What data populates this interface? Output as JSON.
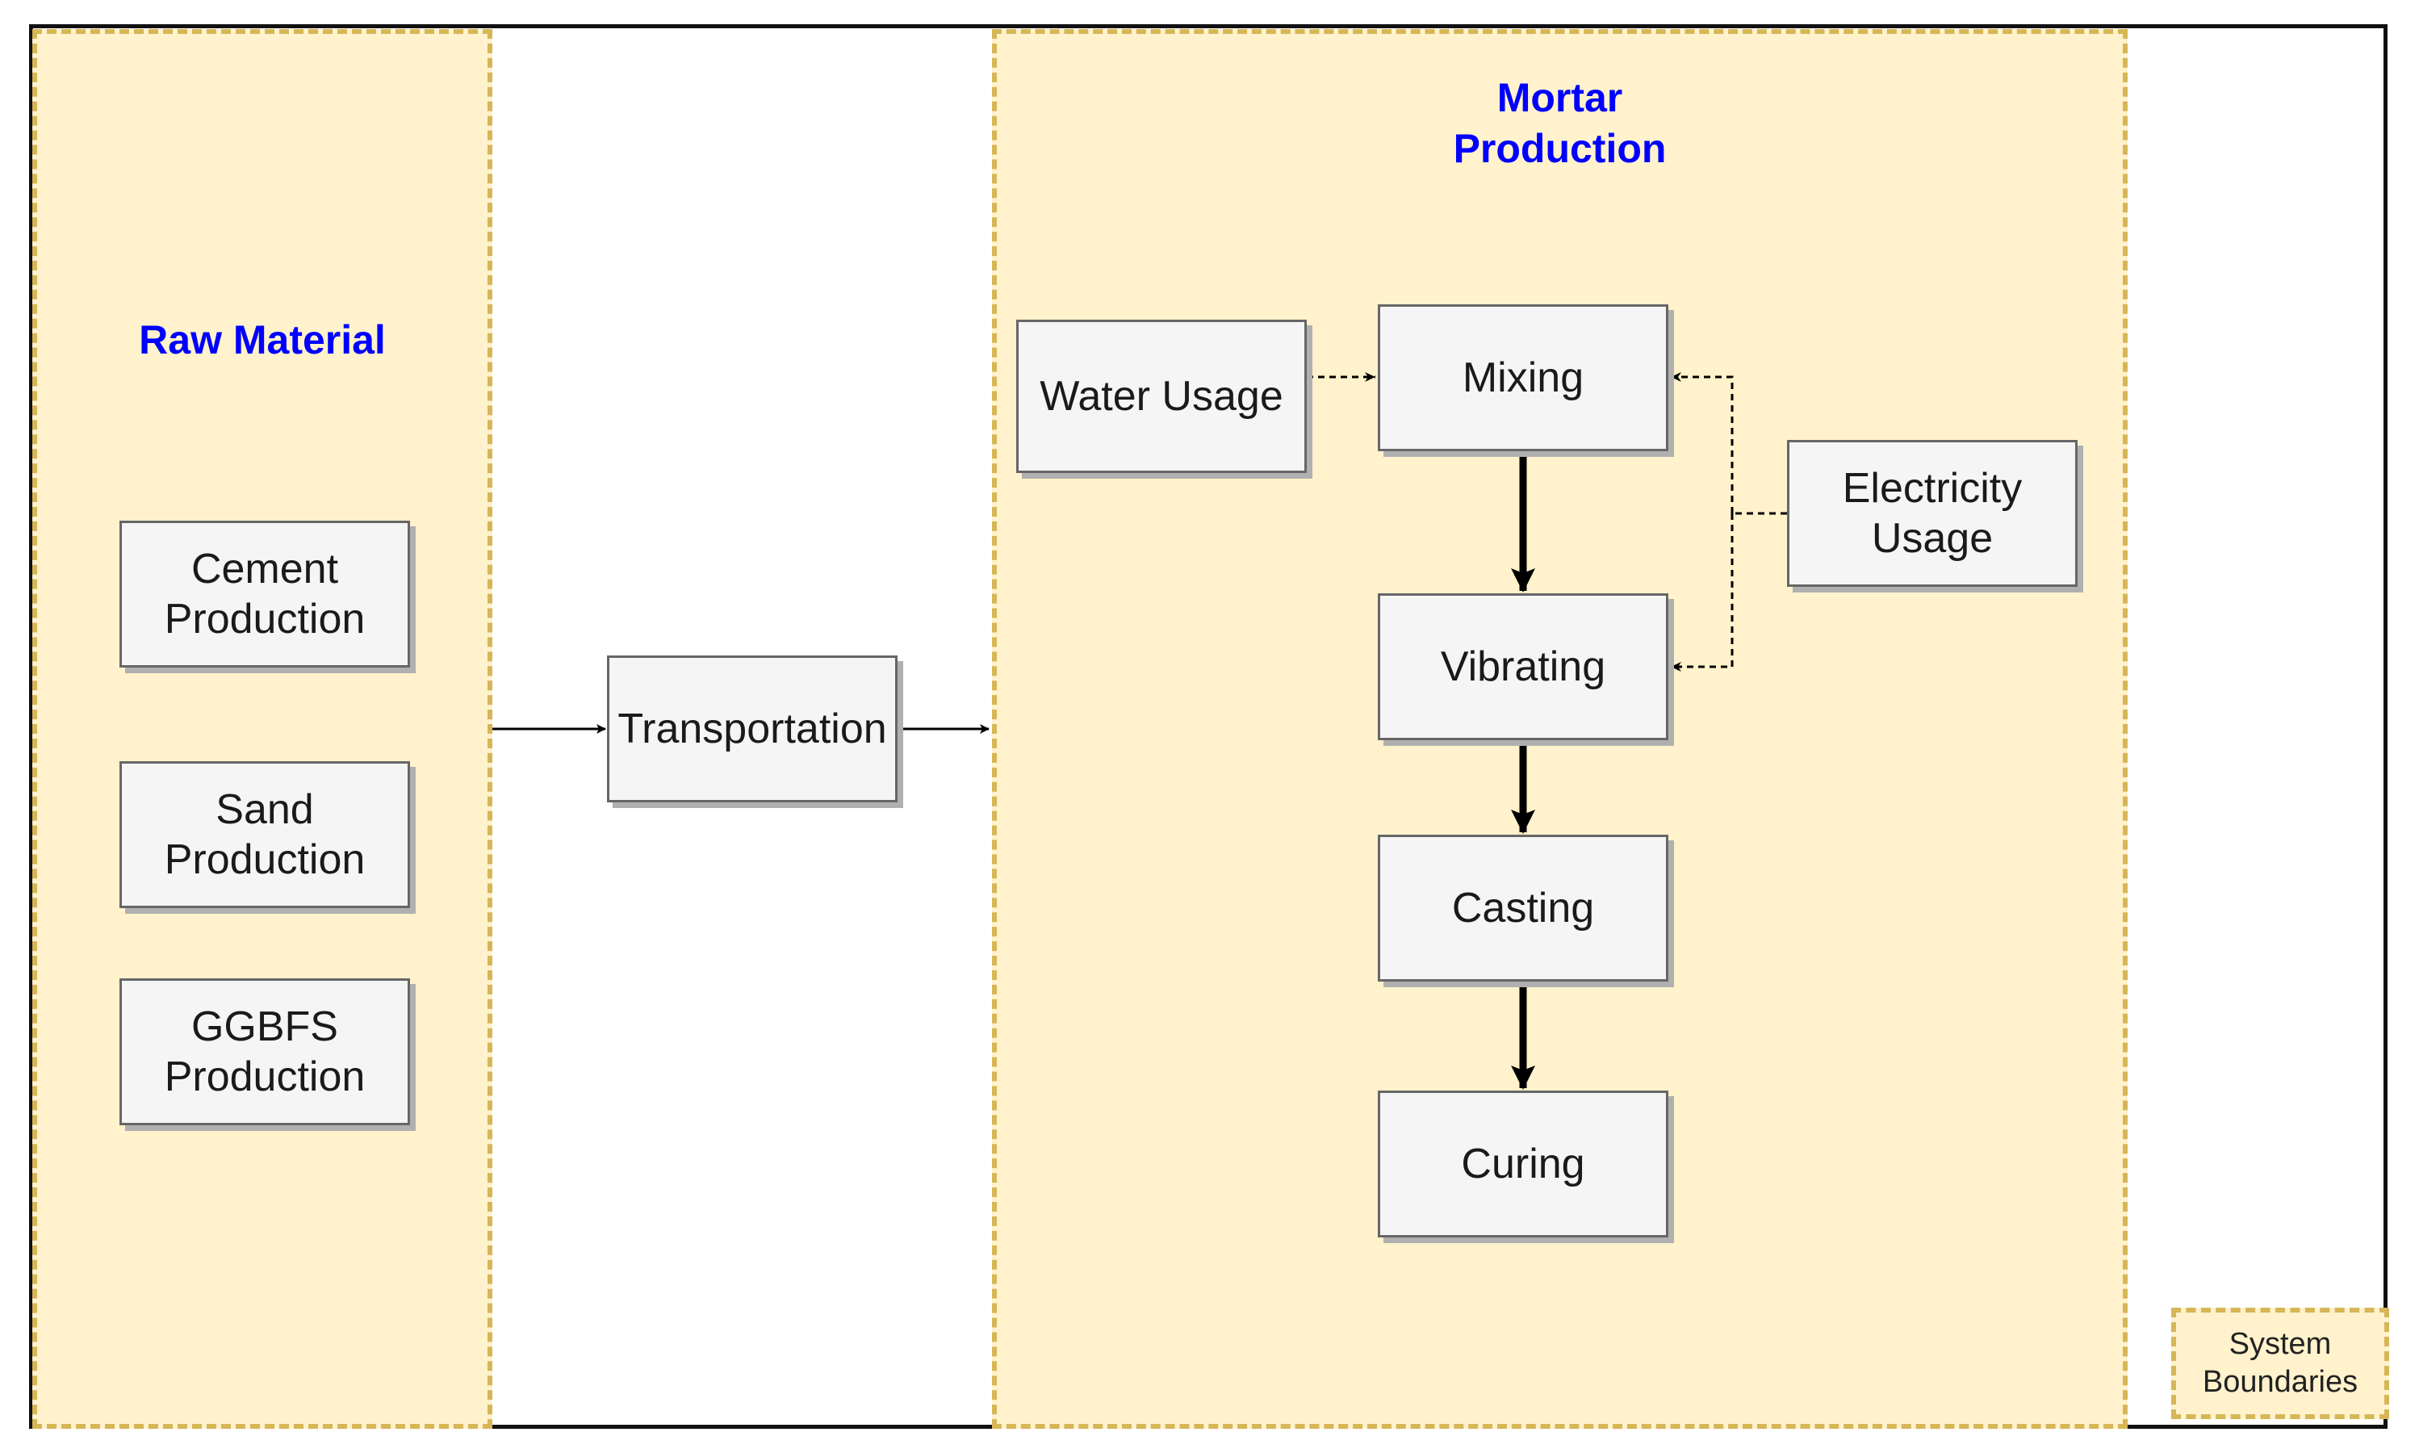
{
  "regions": {
    "raw_material": "Raw Material",
    "mortar_production": "Mortar\nProduction",
    "legend": "System\nBoundaries"
  },
  "boxes": {
    "cement": "Cement\nProduction",
    "sand": "Sand\nProduction",
    "ggbfs": "GGBFS\nProduction",
    "transportation": "Transportation",
    "water": "Water Usage",
    "mixing": "Mixing",
    "vibrating": "Vibrating",
    "casting": "Casting",
    "curing": "Curing",
    "electricity": "Electricity\nUsage"
  },
  "colors": {
    "region_fill": "#fff2cc",
    "region_border": "#d6b656",
    "title_text": "#0000ff",
    "box_fill": "#f5f5f5",
    "box_border": "#666666"
  }
}
